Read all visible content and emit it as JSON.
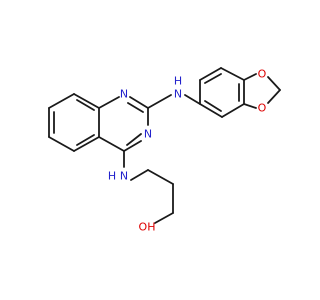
{
  "molecule": {
    "colors": {
      "bond": "#1a1a1a",
      "N": "#2222cc",
      "O": "#dd0000"
    },
    "atoms": [
      {
        "id": "N1",
        "label": "N",
        "element": "N"
      },
      {
        "id": "N3",
        "label": "N",
        "element": "N"
      },
      {
        "id": "NH1",
        "label": "H",
        "element": "N",
        "h_label": "N"
      },
      {
        "id": "NH2",
        "label": "H",
        "element": "N",
        "h_label": "N"
      },
      {
        "id": "O1",
        "label": "O",
        "element": "O"
      },
      {
        "id": "O2",
        "label": "O",
        "element": "O"
      },
      {
        "id": "OH",
        "label": "OH",
        "element": "O"
      }
    ]
  }
}
